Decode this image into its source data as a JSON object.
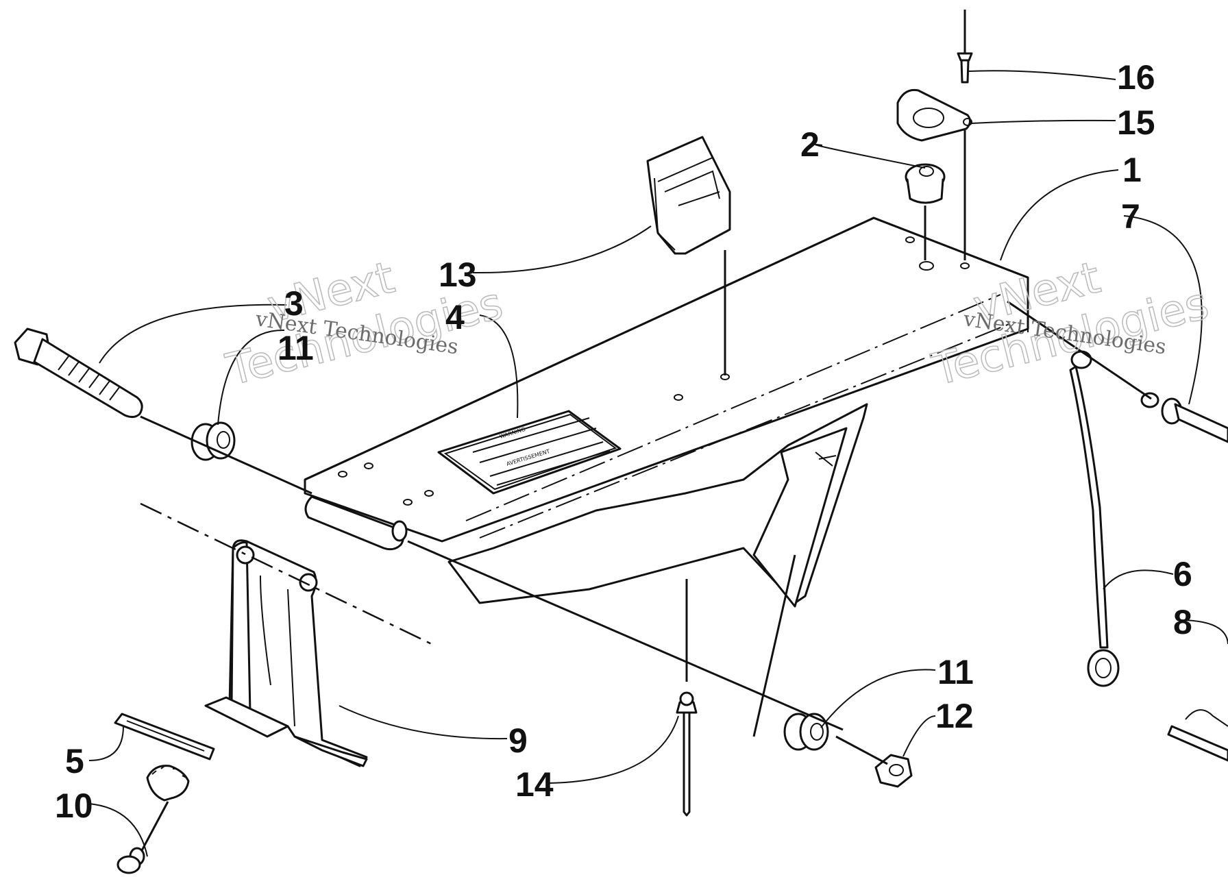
{
  "diagram": {
    "callouts": [
      {
        "id": "1",
        "text": "1"
      },
      {
        "id": "2",
        "text": "2"
      },
      {
        "id": "3",
        "text": "3"
      },
      {
        "id": "4",
        "text": "4"
      },
      {
        "id": "5",
        "text": "5"
      },
      {
        "id": "6",
        "text": "6"
      },
      {
        "id": "7",
        "text": "7"
      },
      {
        "id": "8",
        "text": "8"
      },
      {
        "id": "9",
        "text": "9"
      },
      {
        "id": "10",
        "text": "10"
      },
      {
        "id": "11a",
        "text": "11"
      },
      {
        "id": "11b",
        "text": "11"
      },
      {
        "id": "12",
        "text": "12"
      },
      {
        "id": "13",
        "text": "13"
      },
      {
        "id": "14",
        "text": "14"
      },
      {
        "id": "15",
        "text": "15"
      },
      {
        "id": "16",
        "text": "16"
      }
    ],
    "watermarks": [
      {
        "line1": "vNext",
        "line2": "Technologies",
        "small": "vNext Technologies"
      },
      {
        "line1": "vNext",
        "line2": "Technologies",
        "small": "vNext Technologies"
      }
    ],
    "decal": {
      "heading1": "WARNING",
      "heading2": "AVERTISSEMENT"
    }
  }
}
